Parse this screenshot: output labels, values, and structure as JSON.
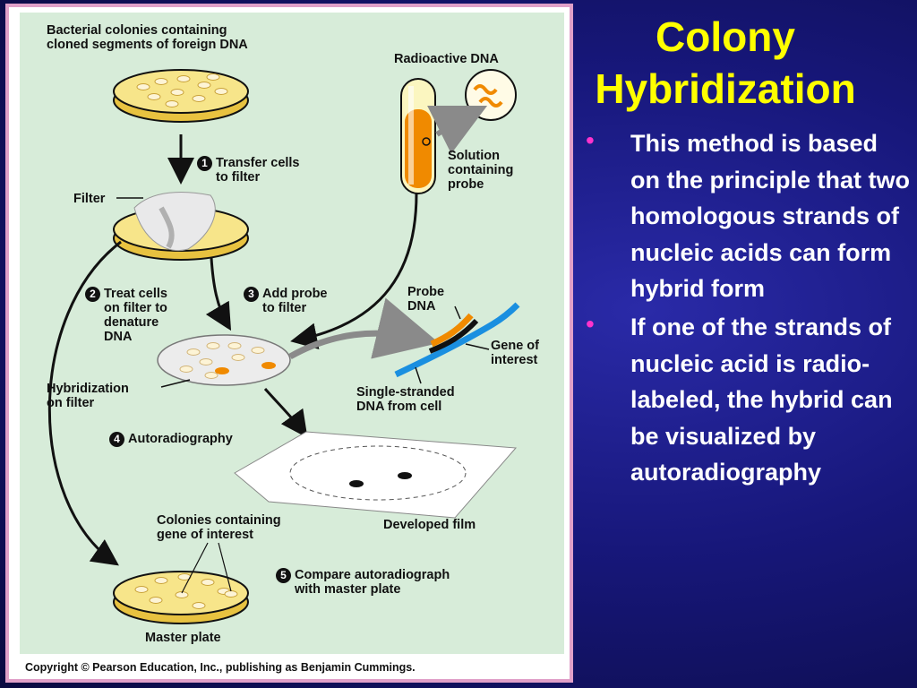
{
  "slide": {
    "title": "Colony Hybridization",
    "bullets": [
      "This method is based on the principle that two homologous strands of nucleic acids can form hybrid form",
      "If one of the strands of nucleic acid is radio-labeled, the hybrid can be visualized by autoradiography"
    ]
  },
  "figure": {
    "top_label": "Bacterial colonies containing\ncloned segments of foreign DNA",
    "radioactive_label": "Radioactive DNA",
    "step1": {
      "num": "1",
      "text": "Transfer cells\nto filter"
    },
    "filter_label": "Filter",
    "solution_label": "Solution\ncontaining\nprobe",
    "step2": {
      "num": "2",
      "text": "Treat cells\non filter to\ndenature\nDNA"
    },
    "step3": {
      "num": "3",
      "text": "Add probe\nto filter"
    },
    "probe_label": "Probe\nDNA",
    "gene_label": "Gene of\ninterest",
    "hyb_label": "Hybridization\non filter",
    "ss_label": "Single-stranded\nDNA from cell",
    "step4": {
      "num": "4",
      "text": "Autoradiography"
    },
    "film_label": "Developed film",
    "colonies_label": "Colonies containing\ngene of interest",
    "step5": {
      "num": "5",
      "text": "Compare autoradiograph\nwith master plate"
    },
    "master_label": "Master plate",
    "copyright": "Copyright © Pearson Education, Inc., publishing as Benjamin Cummings."
  },
  "colors": {
    "title": "#ffff00",
    "bullet_mark": "#ff33cc",
    "bullet_text": "#ffffff",
    "panel": "#d7ecd9",
    "probe_orange": "#f08a00"
  }
}
